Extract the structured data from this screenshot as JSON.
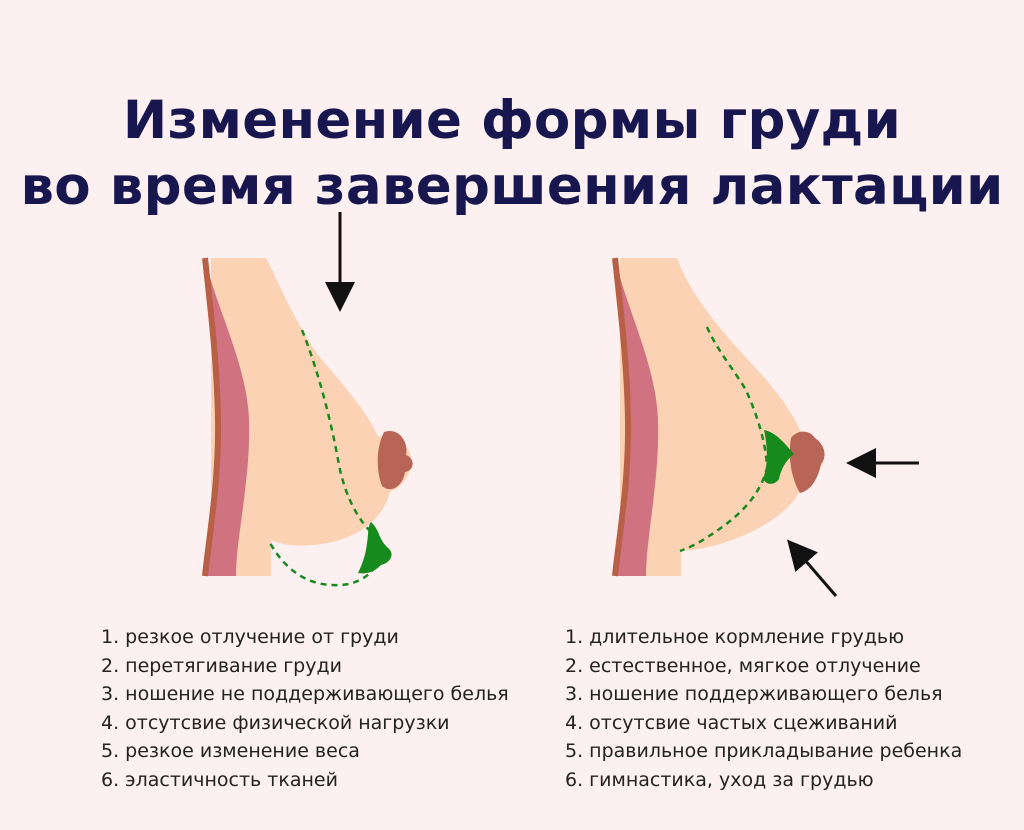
{
  "title": {
    "line1": "Изменение формы груди",
    "line2": "во время завершения лактации"
  },
  "left_list": [
    "1. резкое отлучение от груди",
    "2. перетягивание груди",
    "3. ношение не поддерживающего белья",
    "4. отсутсвие физической нагрузки",
    "5. резкое изменение веса",
    "6. эластичность тканей"
  ],
  "right_list": [
    "1. длительное кормление грудью",
    "2. естественное, мягкое отлучение",
    "3. ношение поддерживающего белья",
    "4. отсутсвие частых сцеживаний",
    "5. правильное прикладывание ребенка",
    "6. гимнастика, уход за грудью"
  ],
  "colors": {
    "background": "#fcf0f0",
    "title": "#17164f",
    "skin": "#fbd2b3",
    "muscle": "#d0727f",
    "edge": "#b85f45",
    "nipple": "#b86457",
    "gland": "#168a1d",
    "arrow": "#111111"
  },
  "icons": {
    "left_figure": "sagging-breast-profile",
    "right_figure": "firm-breast-profile",
    "arrows": "arrow"
  }
}
